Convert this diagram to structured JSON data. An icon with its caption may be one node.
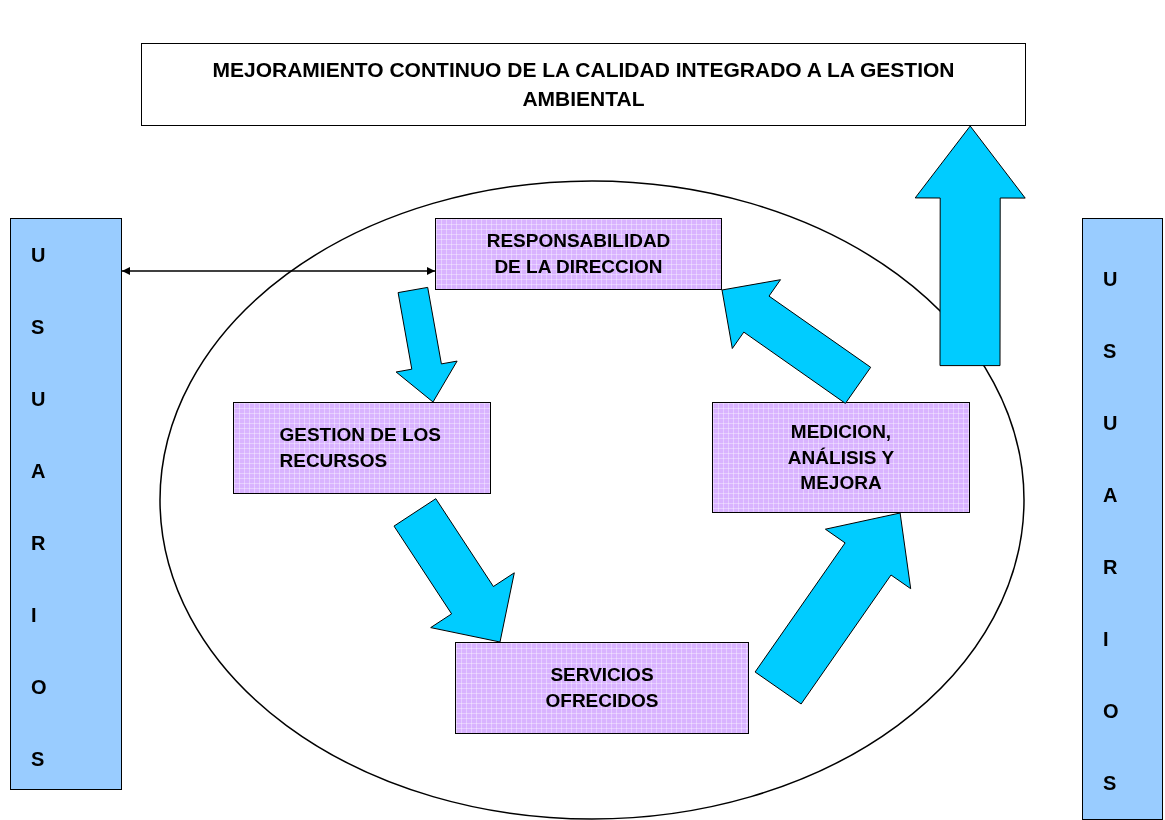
{
  "diagram": {
    "nodes": [
      {
        "text": [
          "MEJORAMIENTO CONTINUO DE LA CALIDAD INTEGRADO A LA GESTION AMBIENTAL"
        ]
      },
      {
        "text": [],
        "shape": "ellipse"
      },
      {
        "text": [
          "U S U A R I O S"
        ]
      },
      {
        "text": [
          "RESPONSABILIDAD DE LA DIRECCION"
        ],
        "in": 1
      },
      {
        "text": [
          "GESTION DE LOS RECURSOS"
        ],
        "in": 1
      },
      {
        "text": [
          "SERVICIOS OFRECIDOS"
        ],
        "in": 1
      },
      {
        "text": [
          "MEDICION, ANÁLISIS Y MEJORA"
        ],
        "in": 1
      },
      {
        "text": [
          "U S U A R I O S"
        ]
      }
    ],
    "edges": [
      {
        "from": 2,
        "to": 3,
        "arrow": "both"
      },
      {
        "from": 3,
        "to": 4,
        "arrow": "to"
      },
      {
        "from": 4,
        "to": 5,
        "arrow": "to"
      },
      {
        "from": 5,
        "to": 6,
        "arrow": "to"
      },
      {
        "from": 6,
        "to": 3,
        "arrow": "to"
      },
      {
        "from": 1,
        "to": 0,
        "arrow": "to"
      }
    ]
  }
}
